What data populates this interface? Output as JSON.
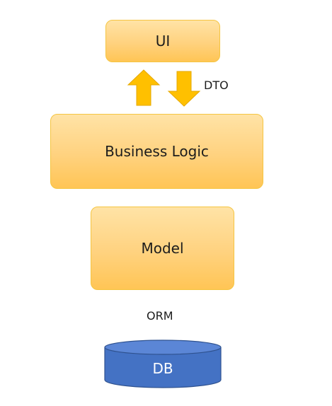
{
  "nodes": {
    "ui": "UI",
    "business_logic": "Business Logic",
    "model": "Model",
    "db": "DB"
  },
  "connectors": {
    "dto": "DTO",
    "orm": "ORM"
  },
  "colors": {
    "box_fill": "#ffd27f",
    "box_border": "#f5c542",
    "arrow_fill": "#ffc000",
    "db_fill": "#4472c4",
    "db_top": "#5b86d6",
    "db_border": "#2f528f"
  }
}
